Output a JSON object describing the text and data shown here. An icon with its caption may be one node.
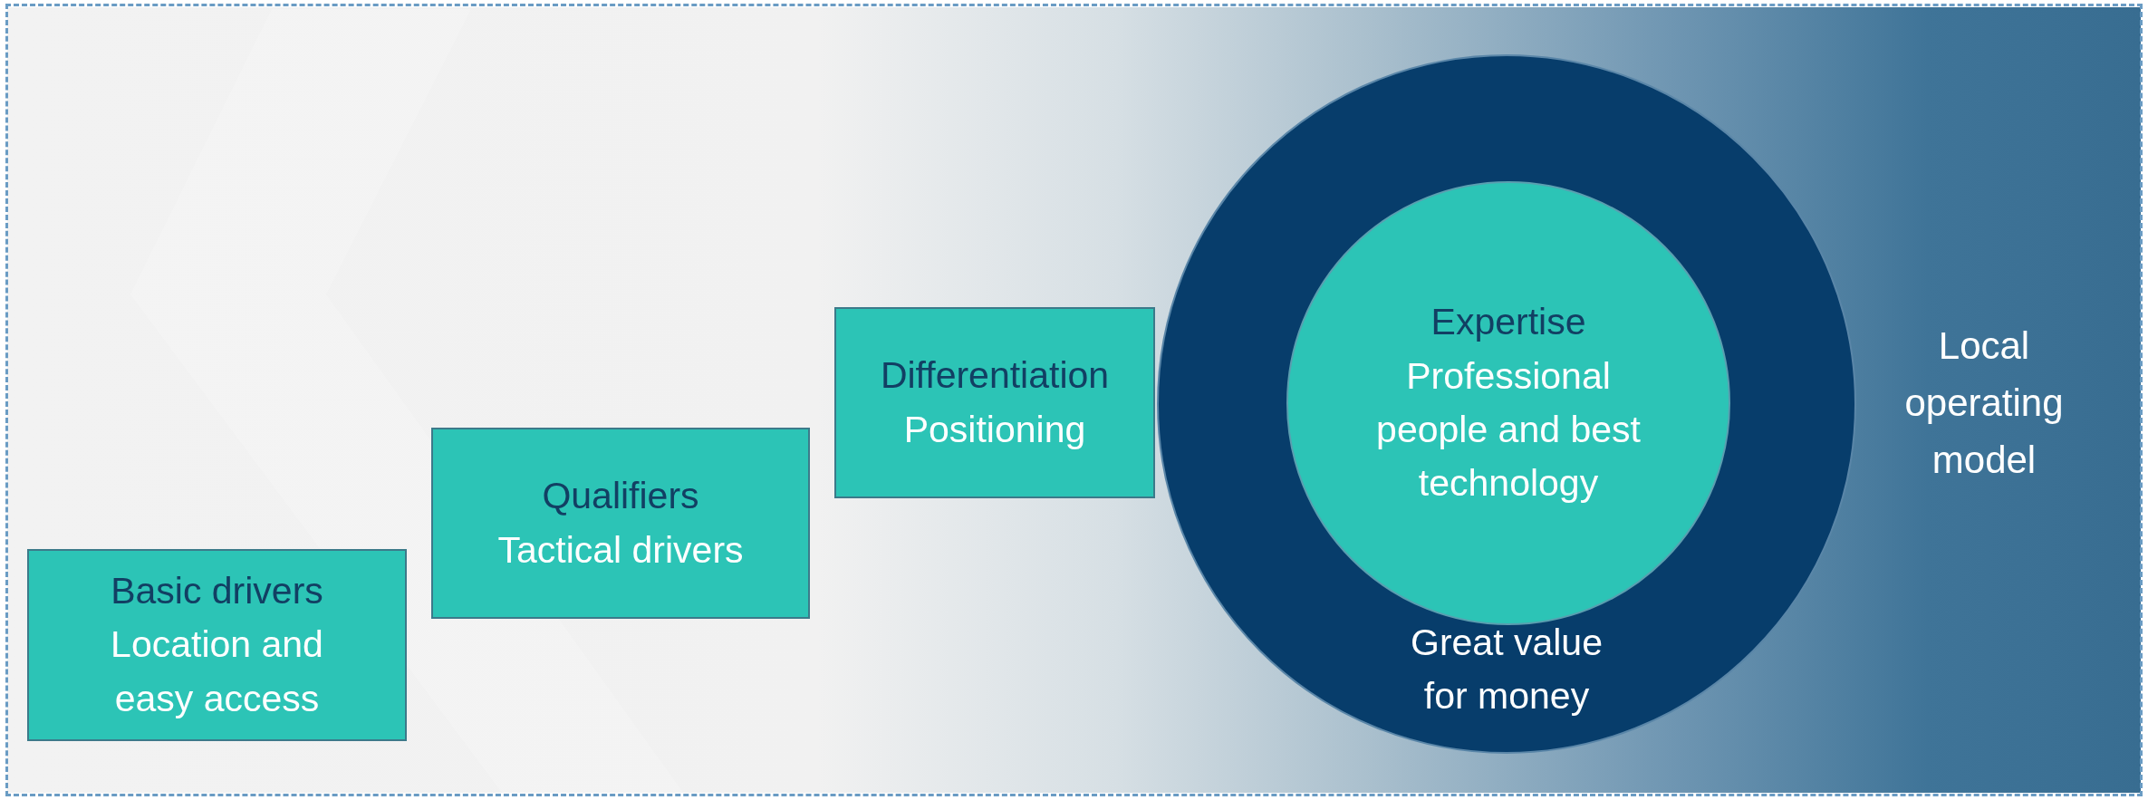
{
  "diagram": {
    "nodes": [
      {
        "text": [
          "Basic drivers",
          "Location and easy access"
        ]
      },
      {
        "text": [
          "Qualifiers",
          "Tactical drivers"
        ]
      },
      {
        "text": [
          "Differentiation",
          "Positioning"
        ]
      },
      {
        "text": [
          "Great value for money"
        ]
      },
      {
        "text": [
          "Expertise",
          "Professional people and best technology"
        ],
        "in": 3
      }
    ],
    "labels": [
      "Local operating model"
    ]
  }
}
